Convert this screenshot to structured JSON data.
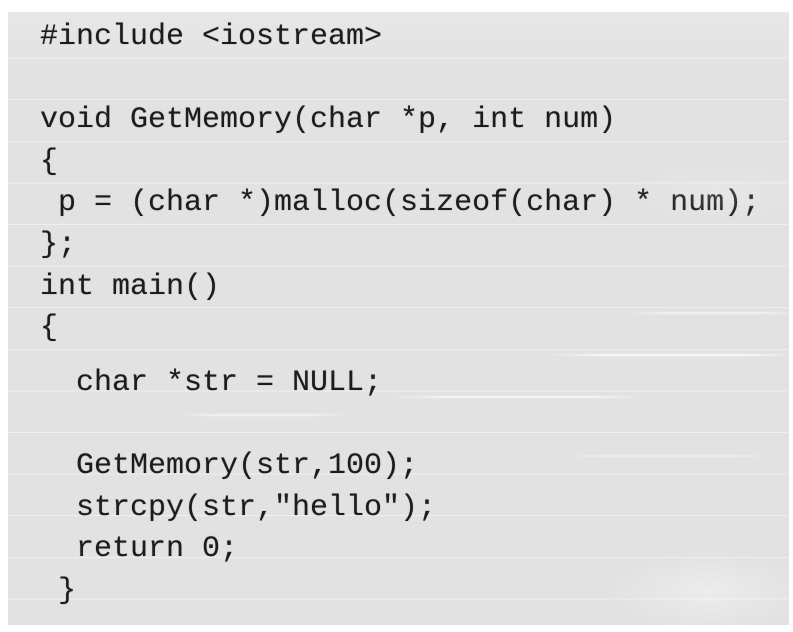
{
  "document": {
    "kind": "code-snippet-scan",
    "colors": {
      "page_background": "#ffffff",
      "code_background": "#e2e2e2",
      "text": "#1c1c1c"
    },
    "code_lines": [
      "#include <iostream>",
      "",
      "void GetMemory(char *p, int num)",
      "{",
      " p = (char *)malloc(sizeof(char) * num);",
      "};",
      "int main()",
      "{",
      "",
      "  char *str = NULL;",
      "",
      "  GetMemory(str,100);",
      "  strcpy(str,\"hello\");",
      "  return 0;",
      " }"
    ]
  }
}
